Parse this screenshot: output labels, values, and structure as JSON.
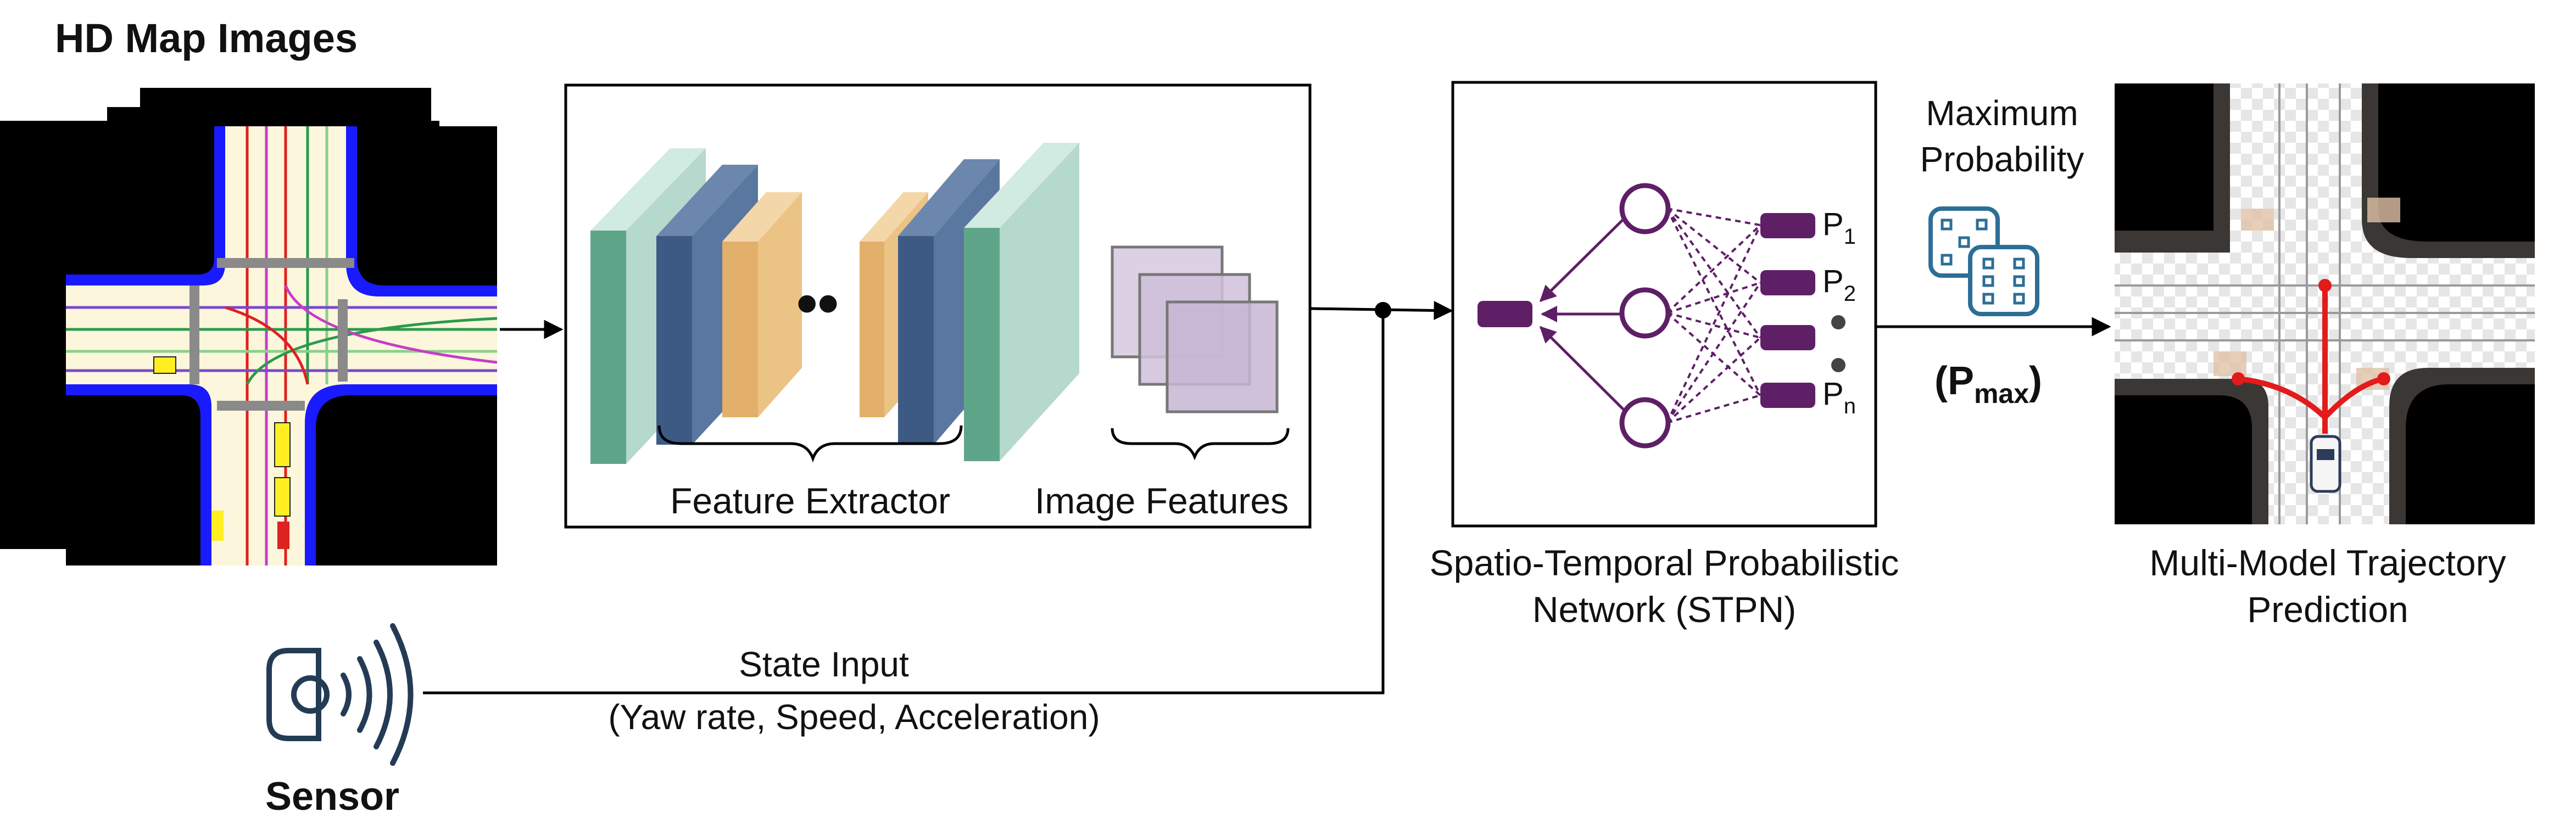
{
  "title": "HD Map Images",
  "feature_extractor": {
    "label": "Feature Extractor",
    "dots": "••"
  },
  "image_features": {
    "label": "Image Features"
  },
  "stpn": {
    "label_line1": "Spatio-Temporal Probabilistic",
    "label_line2": "Network (STPN)",
    "outputs": [
      {
        "base": "P",
        "sub": "1"
      },
      {
        "base": "P",
        "sub": "2"
      },
      {
        "base": "P",
        "sub": "n"
      }
    ]
  },
  "probability": {
    "line1": "Maximum",
    "line2": "Probability",
    "formula_open": "(",
    "formula_base": "P",
    "formula_sub": "max",
    "formula_close": ")"
  },
  "prediction": {
    "line1": "Multi-Model Trajectory",
    "line2": "Prediction"
  },
  "sensor": {
    "label": "Sensor"
  },
  "state_input": {
    "line1": "State Input",
    "line2": "(Yaw rate, Speed, Acceleration)"
  },
  "colors": {
    "teal": "#5fa58a",
    "teal_light": "#b5d9cc",
    "blue": "#4f6d96",
    "orange": "#ebc385",
    "purple": "#5e1f66",
    "feature_map": "#d6c8de",
    "map_blue": "#1a1aff",
    "sensor": "#243b55",
    "dice": "#2d6e96",
    "trajectory": "#e31b1b"
  },
  "icons": [
    "sensor-icon",
    "dice-icon",
    "arrow-icon"
  ]
}
